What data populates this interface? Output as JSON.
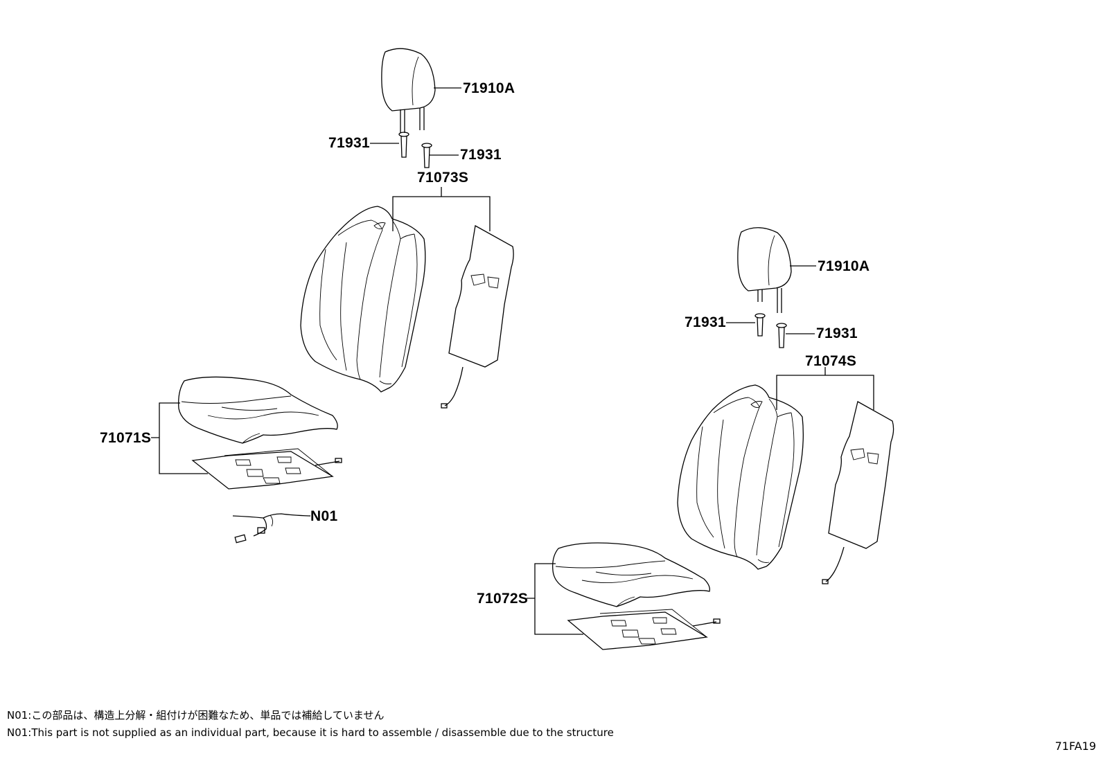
{
  "diagram_code": "71FA19",
  "notes": {
    "japanese": "N01:この部品は、構造上分解・組付けが困難なため、単品では補給していません",
    "english": "N01:This part is not supplied as an individual part, because it is hard to assemble / disassemble due to the structure"
  },
  "parts": {
    "headrest_left": "71910A",
    "guide_left_a": "71931",
    "guide_left_b": "71931",
    "back_assy_left": "71073S",
    "cushion_assy_left": "71071S",
    "harness_note_part": "N01",
    "headrest_right": "71910A",
    "guide_right_a": "71931",
    "guide_right_b": "71931",
    "back_assy_right": "71074S",
    "cushion_assy_right": "71072S"
  }
}
